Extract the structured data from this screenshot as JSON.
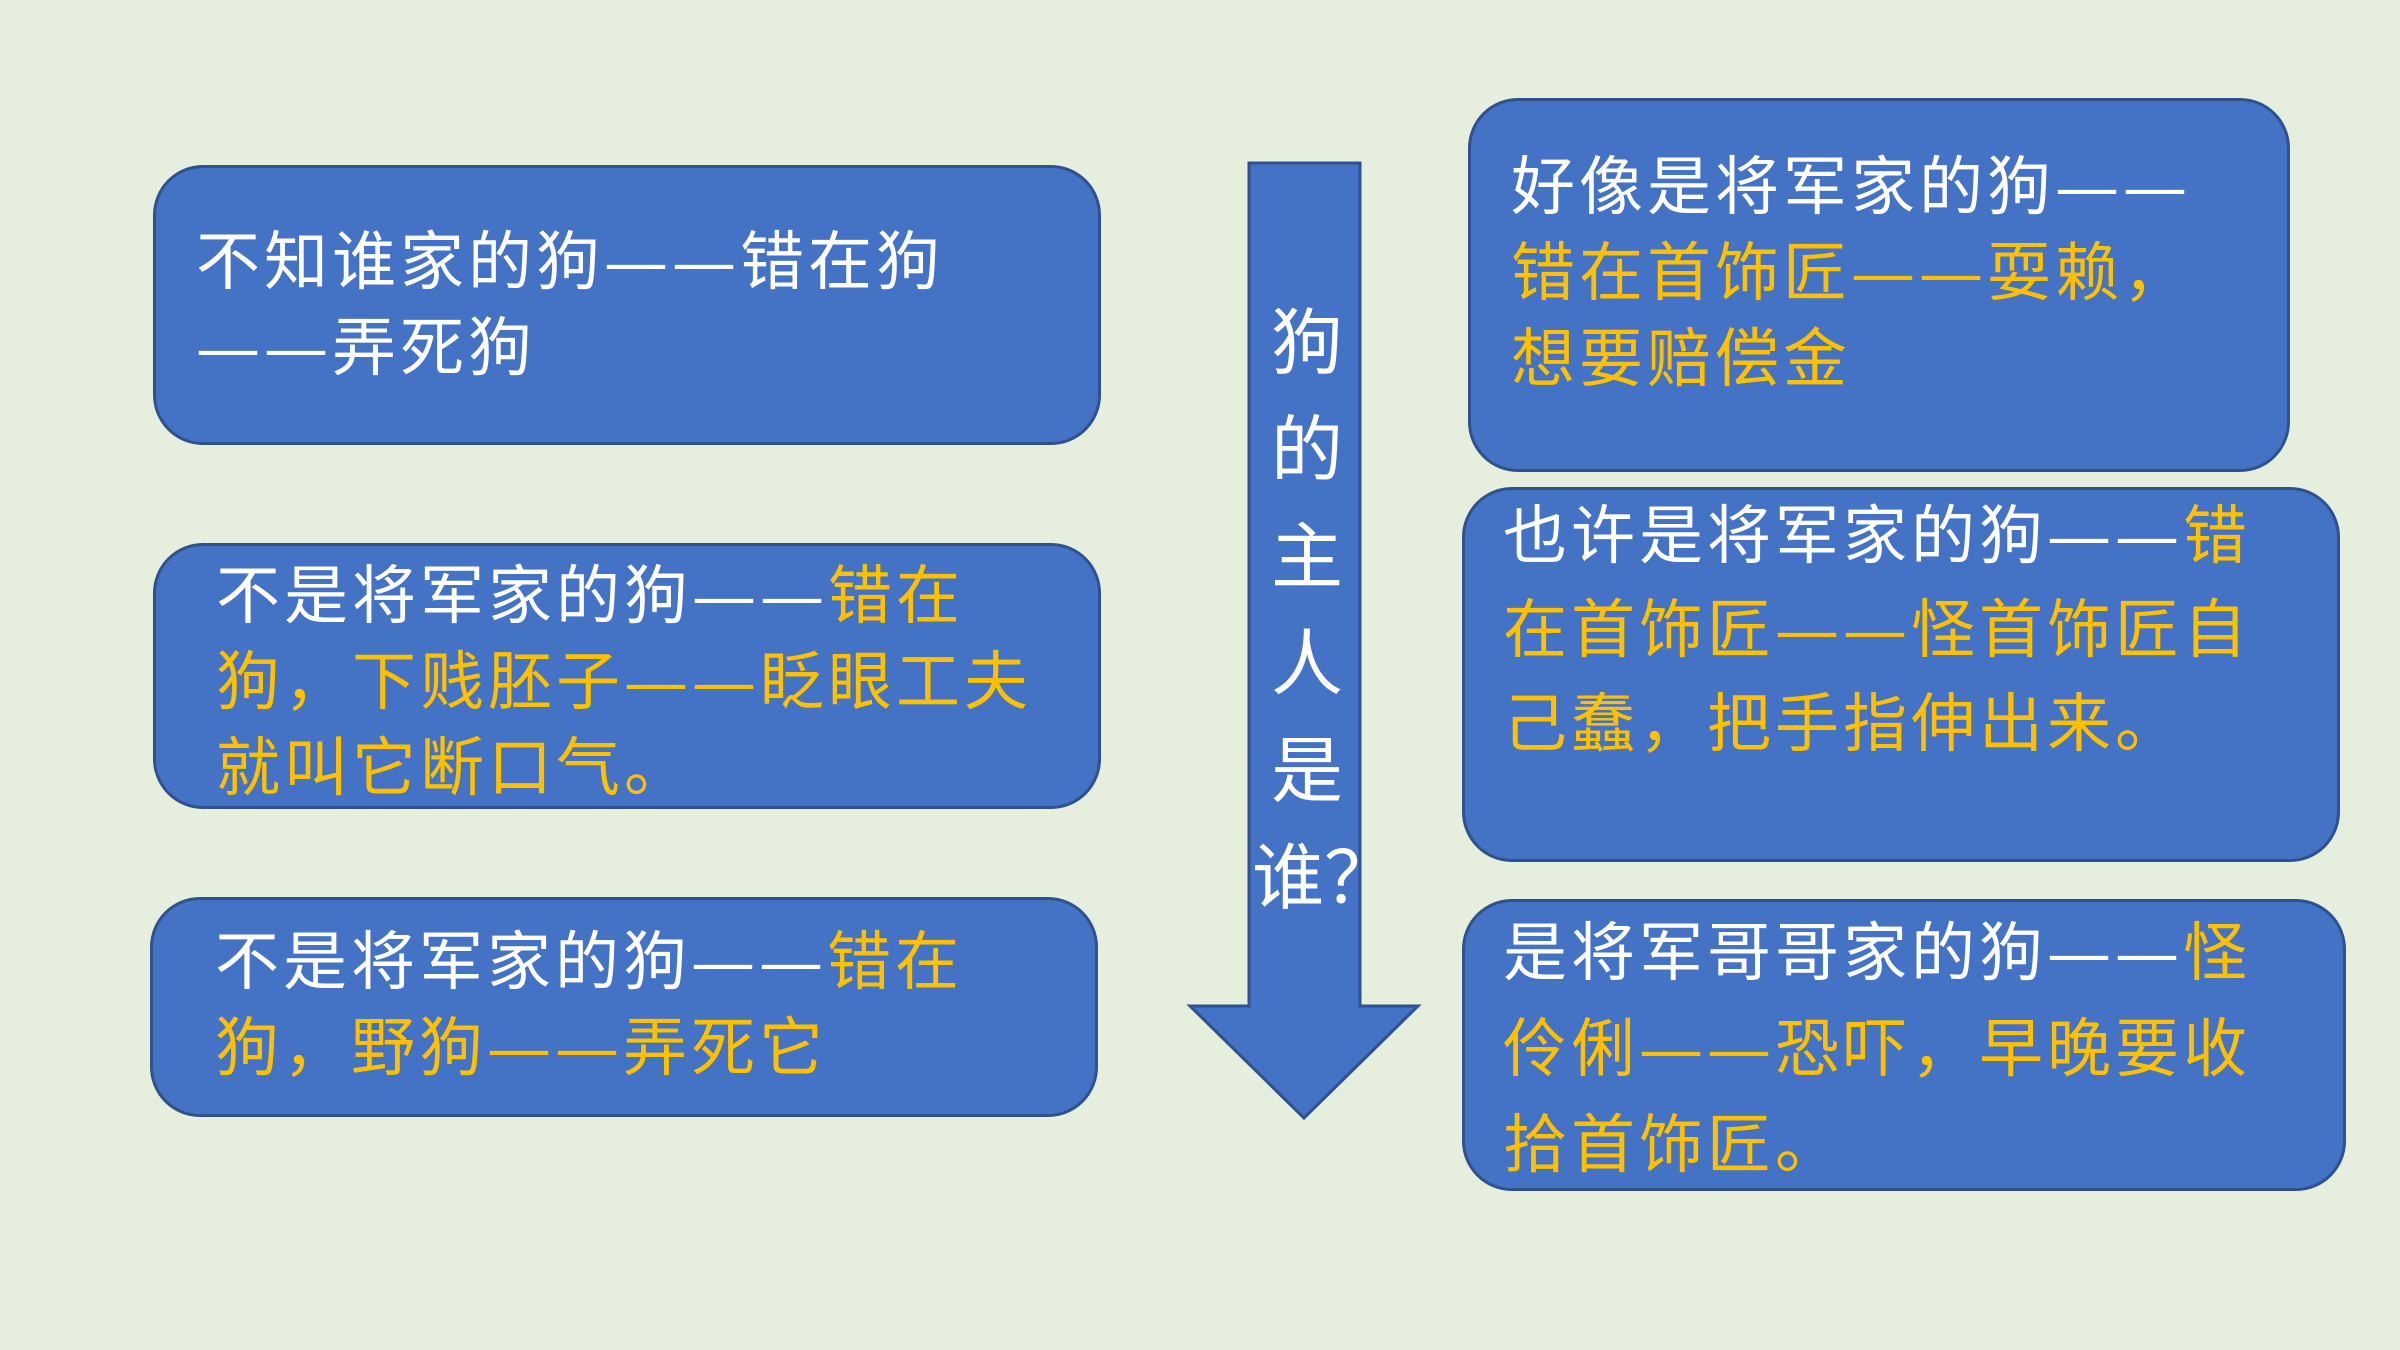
{
  "slide": {
    "background_color": "#e6efde",
    "box_color": "#4472c4",
    "highlight_color": "#ffc000",
    "left_boxes": [
      {
        "white": "不知谁家的狗——错在狗——弄死狗",
        "yellow": ""
      },
      {
        "white": "不是将军家的狗——",
        "yellow": "错在狗，下贱胚子——眨眼工夫就叫它断口气。"
      },
      {
        "white": "不是将军家的狗——",
        "yellow": "错在狗，野狗——弄死它"
      }
    ],
    "arrow_chars": [
      "狗",
      "的",
      "主",
      "人",
      "是",
      "谁？"
    ],
    "right_boxes": [
      {
        "white": "好像是将军家的狗——",
        "yellow": "错在首饰匠——耍赖，想要赔偿金"
      },
      {
        "white": "也许是将军家的狗——",
        "yellow": "错在首饰匠——怪首饰匠自己蠢，把手指伸出来。"
      },
      {
        "white": "是将军哥哥家的狗——",
        "yellow": "怪伶俐——恐吓，早晚要收拾首饰匠。"
      }
    ]
  }
}
